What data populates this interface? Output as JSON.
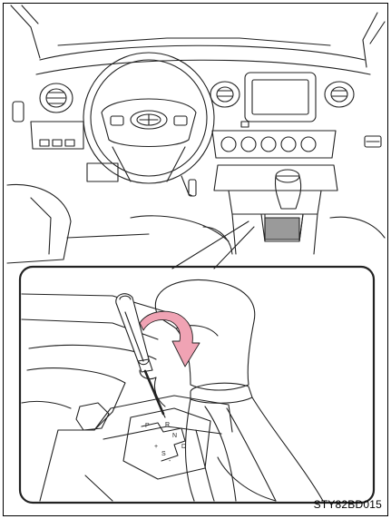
{
  "figure": {
    "code": "STY82BD015",
    "shifter_labels": [
      "P",
      "R",
      "N",
      "D",
      "+",
      "S",
      "-"
    ]
  },
  "colors": {
    "arrow": "#f0a3b4",
    "line": "#222222"
  },
  "icons": [
    "screwdriver-icon",
    "rotate-arrow-icon"
  ]
}
